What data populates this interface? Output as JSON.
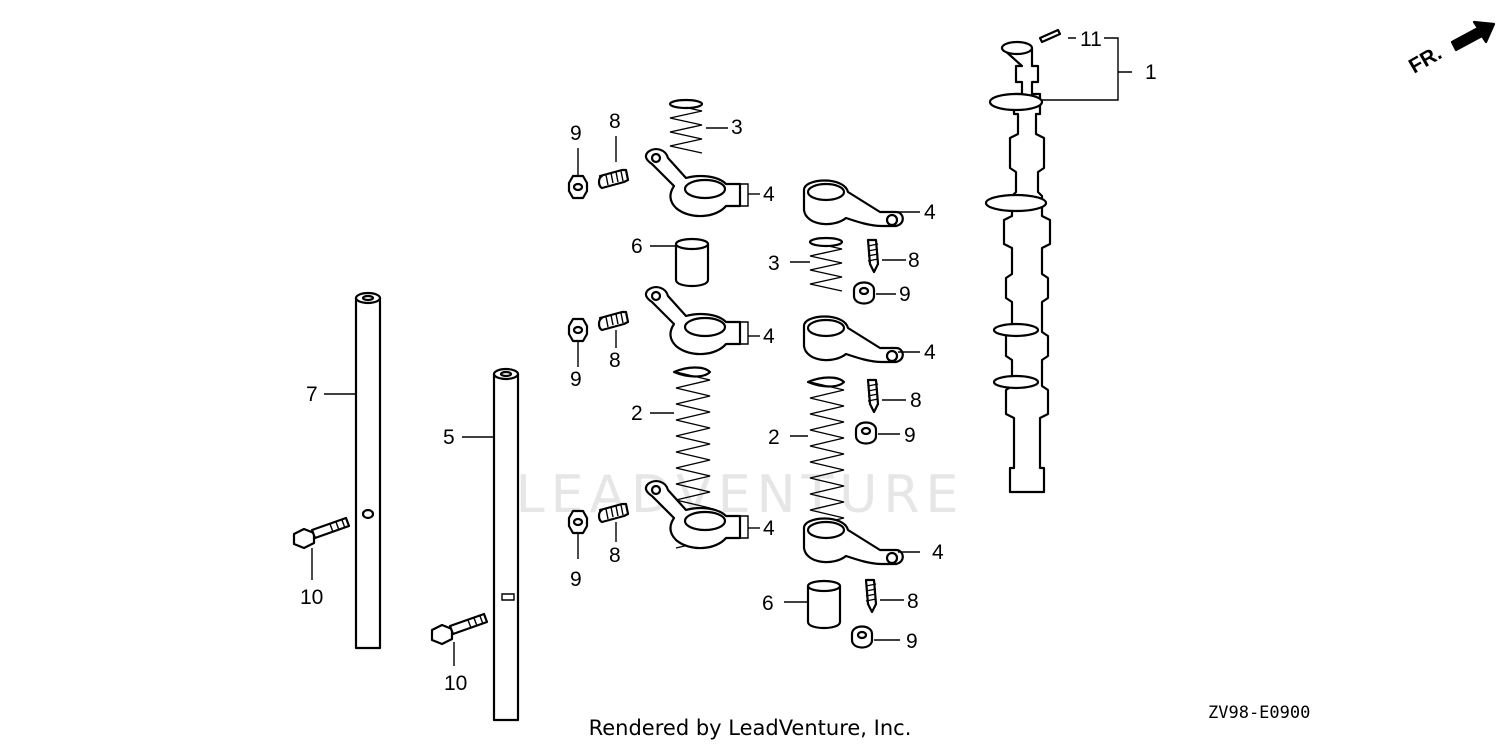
{
  "watermark": {
    "text": "LEADVENTURE"
  },
  "front_marker": {
    "label": "FR."
  },
  "diagram_code": "ZV98-E0900",
  "footer": "Rendered by LeadVenture, Inc.",
  "parts": [
    {
      "id": "camshaft",
      "callout": "1",
      "icon": "camshaft-icon"
    },
    {
      "id": "spring-long",
      "callout": "2",
      "icon": "spring-icon"
    },
    {
      "id": "spring-short",
      "callout": "3",
      "icon": "spring-icon"
    },
    {
      "id": "rocker-arm",
      "callout": "4",
      "icon": "rocker-arm-icon"
    },
    {
      "id": "shaft-b",
      "callout": "5",
      "icon": "shaft-icon"
    },
    {
      "id": "collar",
      "callout": "6",
      "icon": "collar-icon"
    },
    {
      "id": "shaft-a",
      "callout": "7",
      "icon": "shaft-icon"
    },
    {
      "id": "adjust-screw",
      "callout": "8",
      "icon": "screw-icon"
    },
    {
      "id": "nut",
      "callout": "9",
      "icon": "nut-icon"
    },
    {
      "id": "bolt",
      "callout": "10",
      "icon": "bolt-icon"
    },
    {
      "id": "pin",
      "callout": "11",
      "icon": "pin-icon"
    }
  ]
}
